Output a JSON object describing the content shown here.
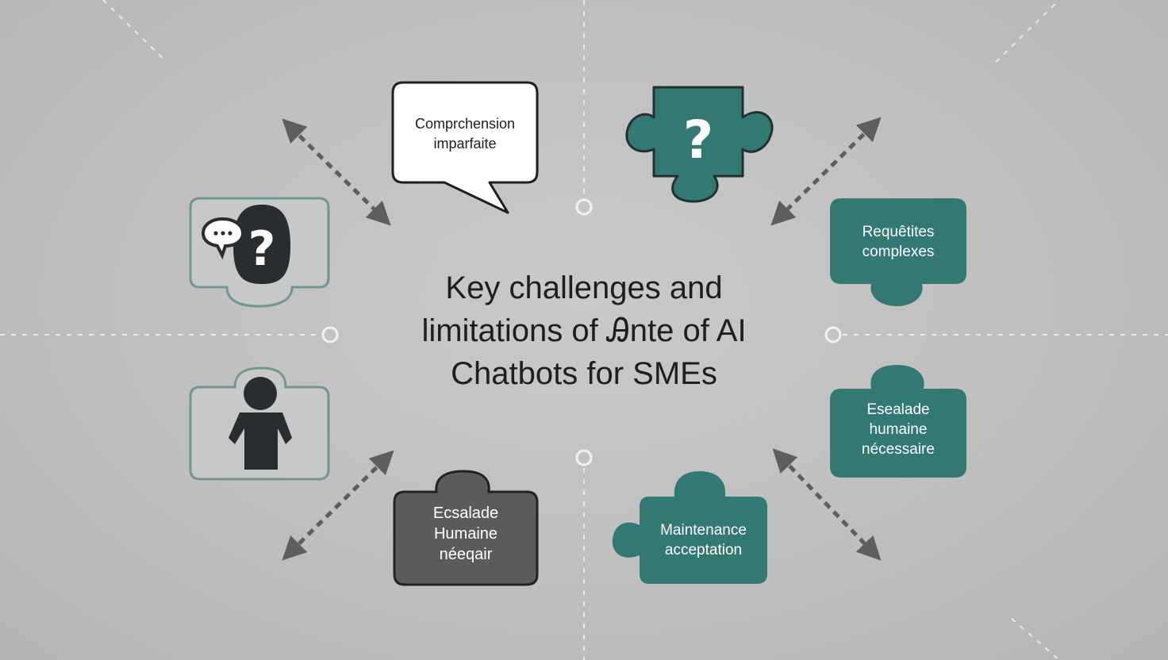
{
  "title": {
    "line1": "Key challenges and",
    "line2": "limitations of Ꭿnte of AI",
    "line3": "Chatbots for SMEs"
  },
  "nodes": {
    "speech": {
      "line1": "Comprchension",
      "line2": "imparfaite"
    },
    "complex": {
      "line1": "Requêtites",
      "line2": "complexes"
    },
    "escalade_right": {
      "line1": "Esealade",
      "line2": "humaine",
      "line3": "nécessaire"
    },
    "escalade_dark": {
      "line1": "Ecsalade",
      "line2": "Humaine",
      "line3": "néeqair"
    },
    "maintenance": {
      "line1": "Maintenance",
      "line2": "acceptation"
    }
  },
  "icons": {
    "puzzle_question": "question-mark",
    "chat_question": "chat-bubble-question",
    "person": "person-silhouette"
  },
  "colors": {
    "teal": "#327873",
    "dark_gray": "#5b5b5b",
    "icon_dark": "#2a2d30",
    "frame_teal": "#6f9594",
    "background": "#c4c4c4"
  }
}
